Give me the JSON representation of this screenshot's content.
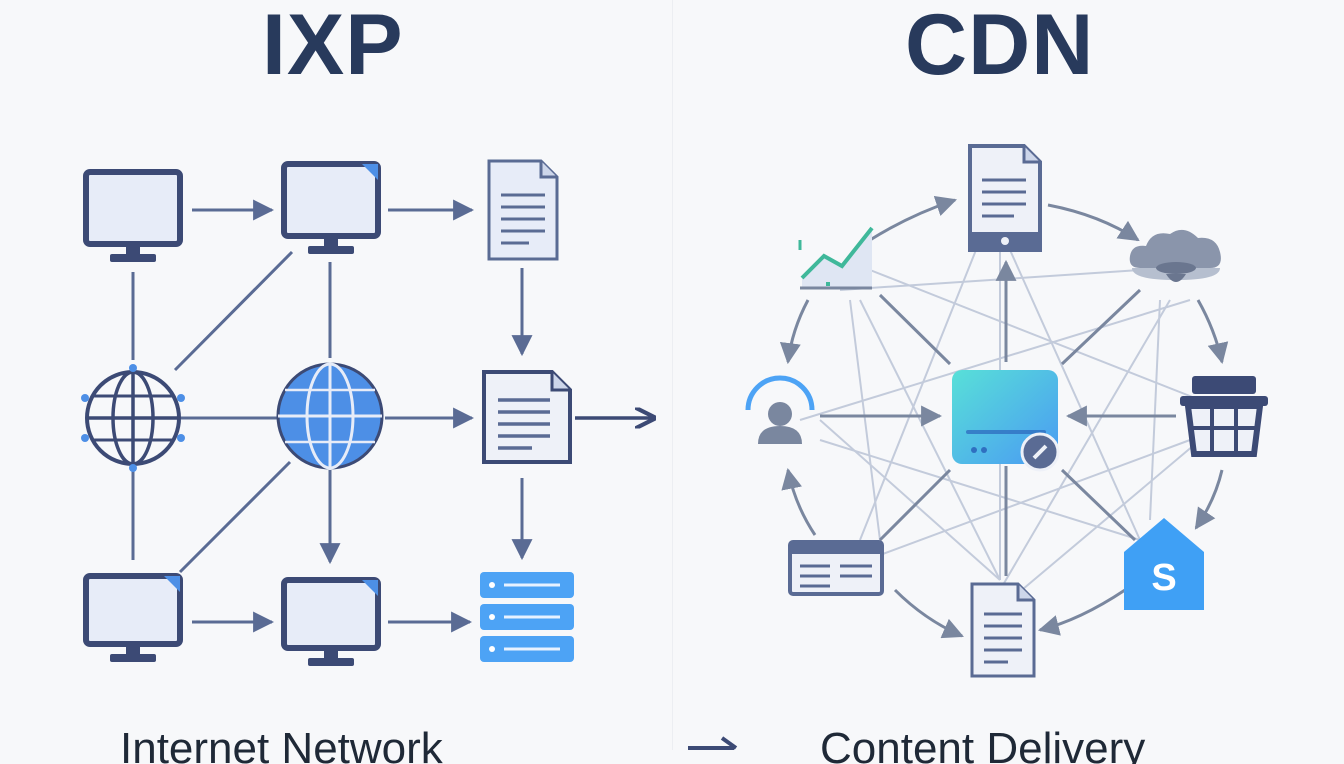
{
  "colors": {
    "title": "#283a5c",
    "edge": "#5a6b94",
    "edge_light": "#b8c2d6",
    "device_frame": "#3c4a75",
    "device_screen": "#e7ecf8",
    "globe": "#4d8fe6",
    "accent_blue": "#4da3f5",
    "background": "#f7f8fa"
  },
  "ixp": {
    "title": "IXP",
    "icons": [
      "monitor-icon",
      "monitor-icon",
      "document-icon",
      "globe-icon",
      "globe-icon",
      "document-icon",
      "monitor-icon",
      "monitor-icon",
      "server-stack-icon"
    ]
  },
  "cdn": {
    "title": "CDN",
    "icons": [
      "document-icon",
      "line-chart-icon",
      "cloud-icon",
      "user-icon",
      "content-hub-icon",
      "basket-icon",
      "browser-window-icon",
      "document-icon",
      "home-s-icon"
    ],
    "home_badge": "S"
  },
  "caption": {
    "left": "Internet Network",
    "right": "Content Delivery"
  }
}
